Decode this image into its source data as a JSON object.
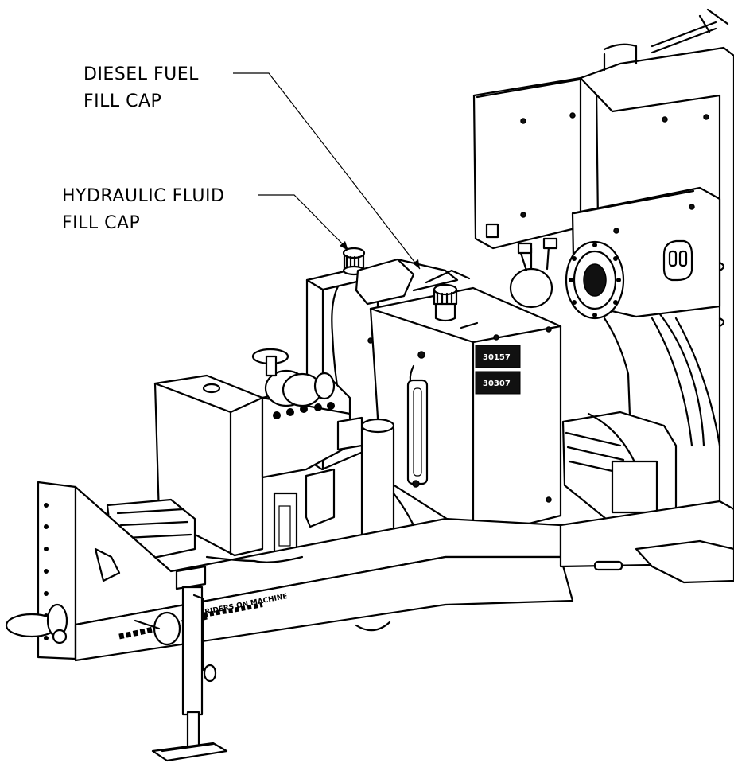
{
  "callouts": {
    "diesel_line1": "DIESEL FUEL",
    "diesel_line2": "FILL CAP",
    "hydraulic_line1": "HYDRAULIC FLUID",
    "hydraulic_line2": "FILL CAP"
  },
  "decals": {
    "upper": "30157",
    "lower": "30307",
    "tongue_warning": "RIDERS ON MACHINE"
  }
}
